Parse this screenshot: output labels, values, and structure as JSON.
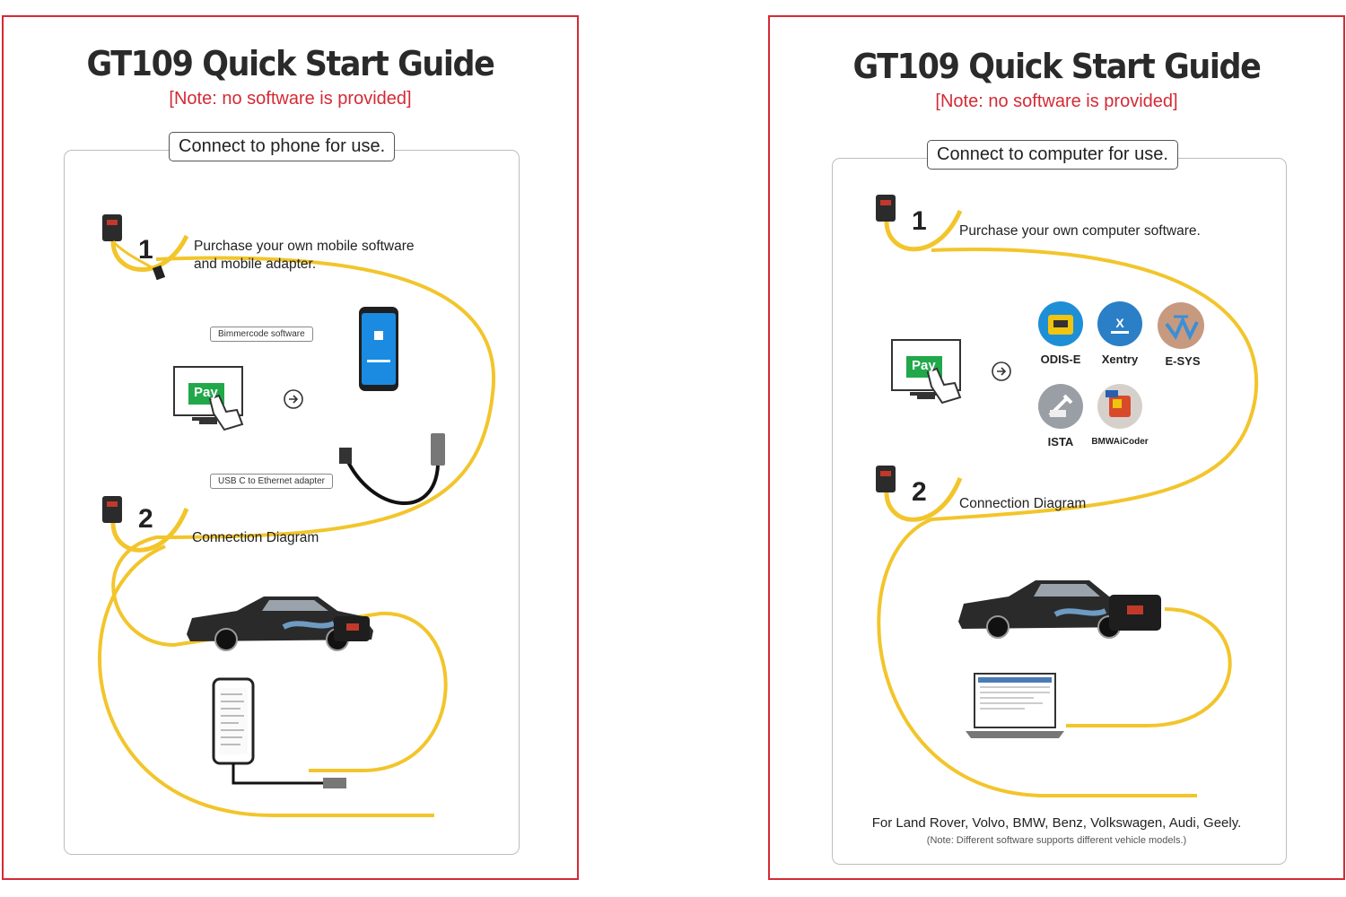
{
  "colors": {
    "border": "#d42a35",
    "note": "#d42a35",
    "cable": "#f2c52b",
    "pay": "#21a84a"
  },
  "left": {
    "title": "GT109 Quick Start Guide",
    "note": "[Note: no software is provided]",
    "section_label": "Connect to phone for use.",
    "step1_number": "1",
    "step1_text_line1": "Purchase your own mobile software",
    "step1_text_line2": "and mobile adapter.",
    "software_label": "Bimmercode software",
    "adapter_label": "USB C to Ethernet adapter",
    "pay_label": "Pay",
    "step2_number": "2",
    "step2_text": "Connection Diagram"
  },
  "right": {
    "title": "GT109 Quick Start Guide",
    "note": "[Note: no software is provided]",
    "section_label": "Connect to computer for use.",
    "step1_number": "1",
    "step1_text": "Purchase your own computer software.",
    "pay_label": "Pay",
    "apps": [
      {
        "name": "ODIS-E",
        "icon": "odis-e-icon"
      },
      {
        "name": "Xentry",
        "icon": "xentry-icon"
      },
      {
        "name": "E-SYS",
        "icon": "e-sys-icon"
      },
      {
        "name": "ISTA",
        "icon": "ista-icon"
      },
      {
        "name": "BMWAiCoder",
        "icon": "bmwaicoder-icon"
      }
    ],
    "step2_number": "2",
    "step2_text": "Connection Diagram",
    "footer": "For Land Rover, Volvo, BMW, Benz, Volkswagen, Audi, Geely.",
    "footer_note": "(Note: Different software supports different vehicle models.)"
  }
}
